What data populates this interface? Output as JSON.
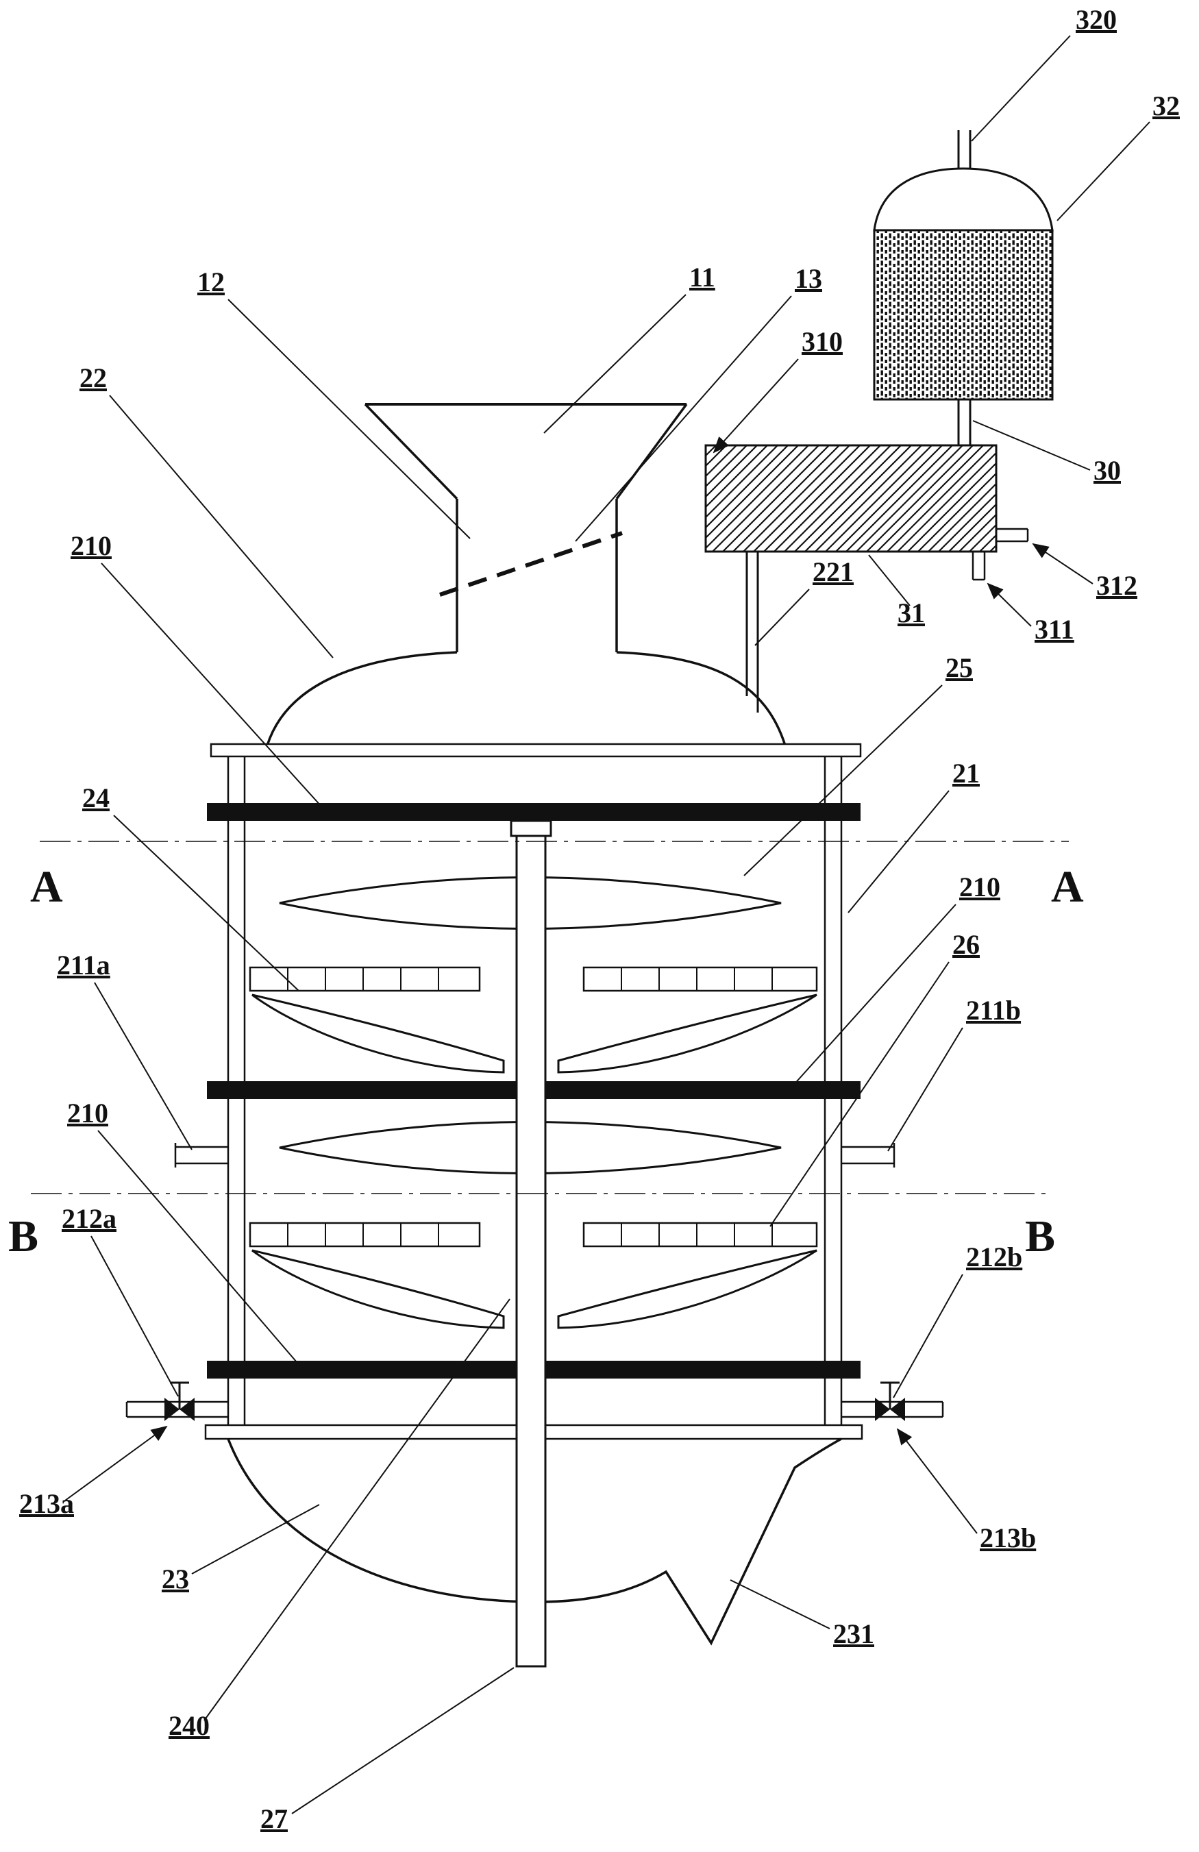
{
  "drawing": {
    "background": "#ffffff",
    "ink": "#111111"
  },
  "labels": {
    "n320": "320",
    "n32": "32",
    "n12": "12",
    "n11": "11",
    "n13": "13",
    "n310": "310",
    "n22": "22",
    "n210_top": "210",
    "n221": "221",
    "n30": "30",
    "n31": "31",
    "n312": "312",
    "n311": "311",
    "n25": "25",
    "n21": "21",
    "n24": "24",
    "n210_right": "210",
    "n26": "26",
    "n211a": "211a",
    "n211b": "211b",
    "n210_left": "210",
    "n212a": "212a",
    "n212b": "212b",
    "n213a": "213a",
    "n213b": "213b",
    "n23": "23",
    "n231": "231",
    "n240": "240",
    "n27": "27"
  },
  "sections": {
    "a_left": "A",
    "a_right": "A",
    "b_left": "B",
    "b_right": "B"
  }
}
